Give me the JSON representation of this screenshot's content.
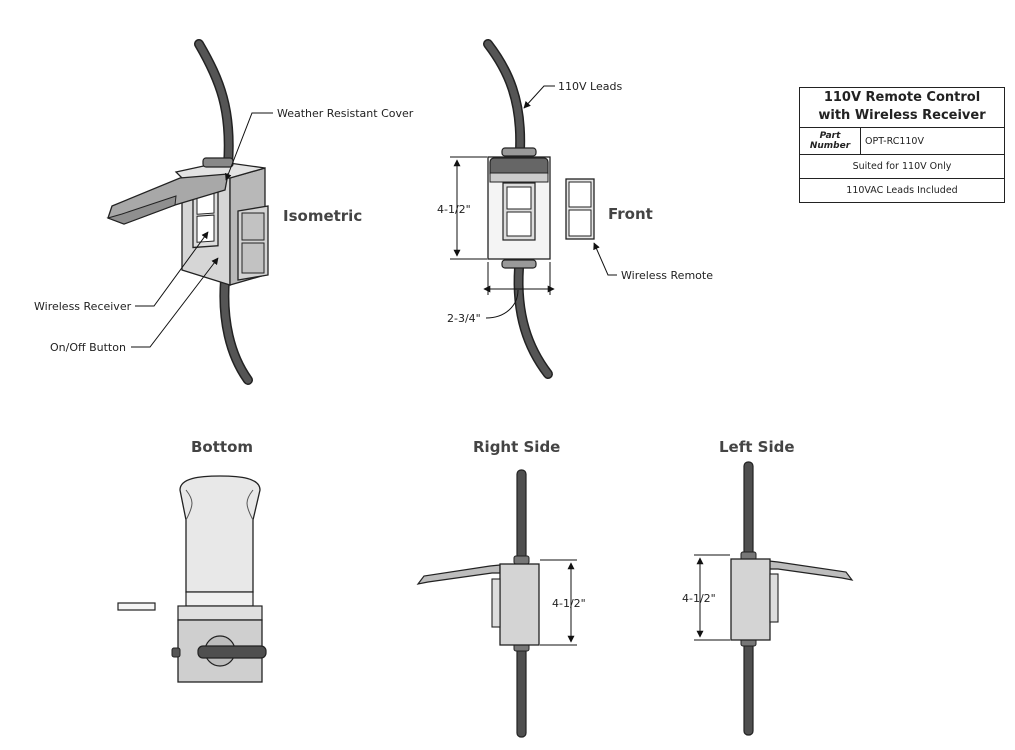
{
  "views": {
    "isometric": "Isometric",
    "front": "Front",
    "bottom": "Bottom",
    "right_side": "Right Side",
    "left_side": "Left Side"
  },
  "callouts": {
    "weather_cover": "Weather Resistant Cover",
    "wireless_receiver": "Wireless Receiver",
    "on_off_button": "On/Off Button",
    "leads": "110V Leads",
    "wireless_remote": "Wireless Remote"
  },
  "dimensions": {
    "front_height": "4-1/2\"",
    "front_width": "2-3/4\"",
    "right_height": "4-1/2\"",
    "left_height": "4-1/2\""
  },
  "info_box": {
    "title": "110V Remote Control with Wireless Receiver",
    "part_number_label": "Part Number",
    "part_number": "OPT-RC110V",
    "note_1": "Suited for 110V Only",
    "note_2": "110VAC  Leads Included"
  },
  "colors": {
    "cable": "#4f4f4f",
    "box_fill": "#cfcfcf",
    "box_light": "#e6e6e6",
    "cover_fill": "#a9a9a9",
    "outline": "#222222"
  }
}
